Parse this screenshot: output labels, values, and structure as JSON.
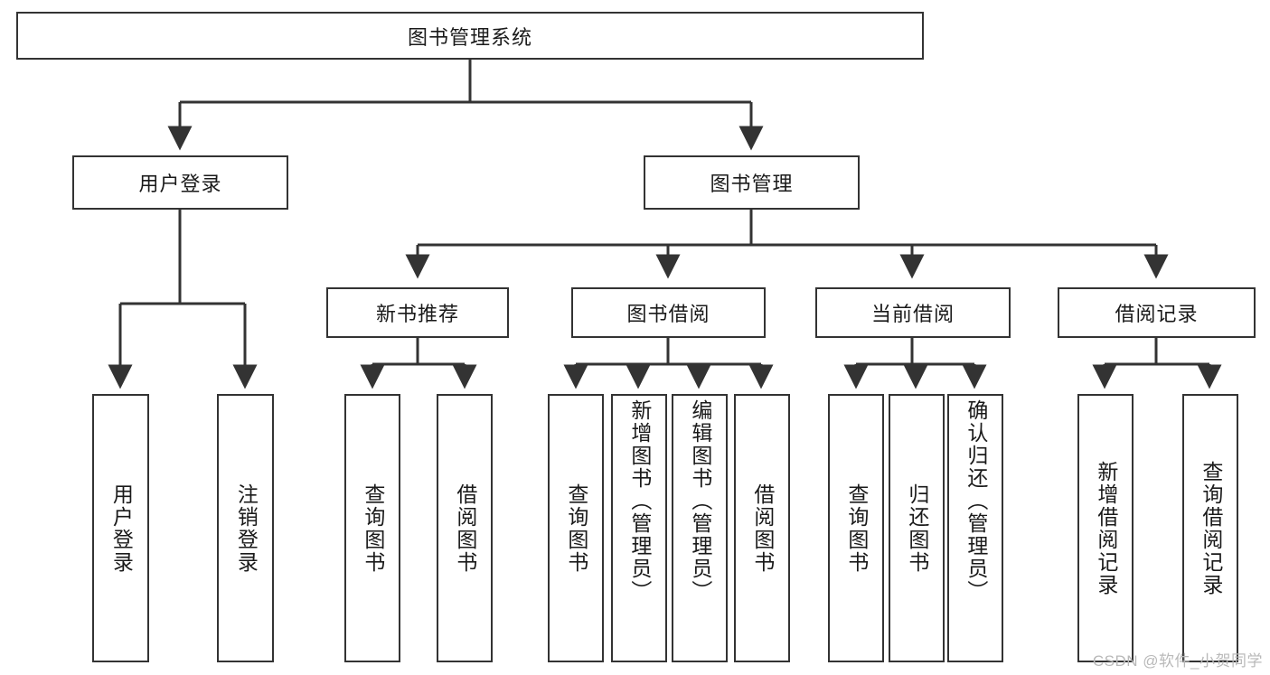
{
  "diagram": {
    "title": "图书管理系统",
    "type": "hierarchy-tree",
    "watermark": "CSDN @软件_小贺同学",
    "colors": {
      "box_border": "#333333",
      "box_fill": "#ffffff",
      "connector": "#333333",
      "text": "#1a1a1a",
      "watermark": "#b9b9b9"
    },
    "nodes": {
      "root": "图书管理系统",
      "level2": {
        "user_login": "用户登录",
        "book_manage": "图书管理"
      },
      "level3": {
        "new_book_rec": "新书推荐",
        "book_borrow": "图书借阅",
        "current_borrow": "当前借阅",
        "borrow_record": "借阅记录"
      },
      "leaves": {
        "user_login_1": "用户登录",
        "user_login_2": "注销登录",
        "new_book_rec_1": "查询图书",
        "new_book_rec_2": "借阅图书",
        "book_borrow_1": "查询图书",
        "book_borrow_2": "新增图书（管理员）",
        "book_borrow_3": "编辑图书（管理员）",
        "book_borrow_4": "借阅图书",
        "current_borrow_1": "查询图书",
        "current_borrow_2": "归还图书",
        "current_borrow_3": "确认归还（管理员）",
        "borrow_record_1": "新增借阅记录",
        "borrow_record_2": "查询借阅记录"
      }
    }
  }
}
